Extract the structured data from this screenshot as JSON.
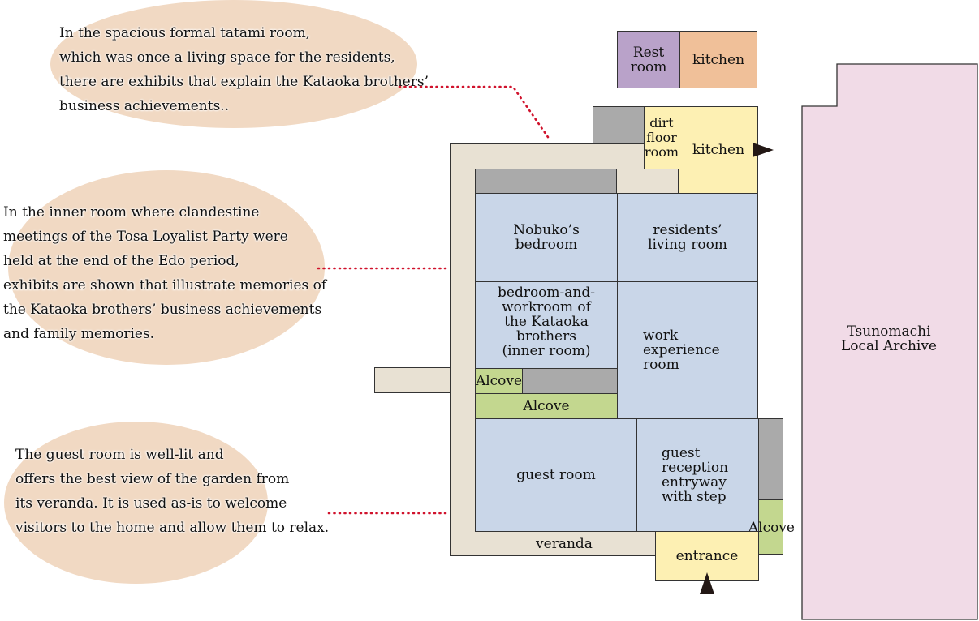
{
  "annotations": {
    "formal_tatami": [
      "In the spacious formal tatami room,",
      "which was once a living space for the residents,",
      "there are exhibits that explain the Kataoka brothers’",
      "business achievements.."
    ],
    "inner_room": [
      "In the inner room where clandestine",
      "meetings of the Tosa Loyalist Party were",
      "held at the end of the Edo period,",
      "exhibits are shown that illustrate memories of",
      "the Kataoka brothers’ business achievements",
      "and family memories."
    ],
    "guest_room": [
      "The guest room is well-lit and",
      "offers the best view of the garden from",
      "its veranda. It is used as-is to welcome",
      "visitors to the home and allow them to relax."
    ]
  },
  "rooms": {
    "rest_room": "Rest\nroom",
    "kitchen_annex": "kitchen",
    "dirt_floor_room": "dirt\nfloor\nroom",
    "kitchen": "kitchen",
    "nobuko_bedroom": "Nobuko’s\nbedroom",
    "residents_living_room": "residents’\nliving room",
    "bedroom_workroom": "bedroom-and-\nworkroom of\nthe Kataoka\nbrothers\n(inner room)",
    "work_experience_room": "work\nexperience\nroom",
    "alcove_small": "Alcove",
    "alcove_wide": "Alcove",
    "alcove_right": "Alcove",
    "guest_room": "guest room",
    "guest_reception": "guest\nreception\nentryway\nwith step",
    "veranda": "veranda",
    "entrance": "entrance",
    "archive": "Tsunomachi\nLocal Archive"
  },
  "colors": {
    "room_blue": "#c9d6e8",
    "storage_gray": "#aaaaaa",
    "kitchen_yellow": "#fdf0b3",
    "alcove_green": "#c3d78f",
    "corridor_beige": "#e8e1d3",
    "rest_room_purple": "#b9a2c9",
    "kitchen_orange": "#f0c099",
    "archive_pink": "#f1dbe7",
    "bubble_peach": "#f1d9c3",
    "leader_red": "#d0122c"
  }
}
